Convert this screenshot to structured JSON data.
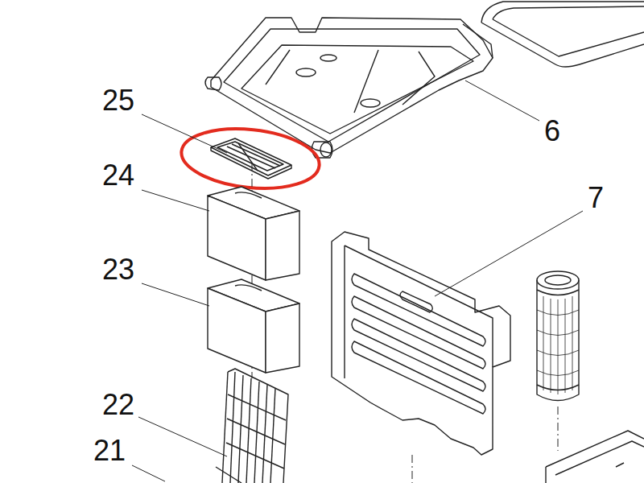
{
  "diagram": {
    "labels": [
      "25",
      "24",
      "23",
      "22",
      "21",
      "6",
      "7"
    ]
  }
}
